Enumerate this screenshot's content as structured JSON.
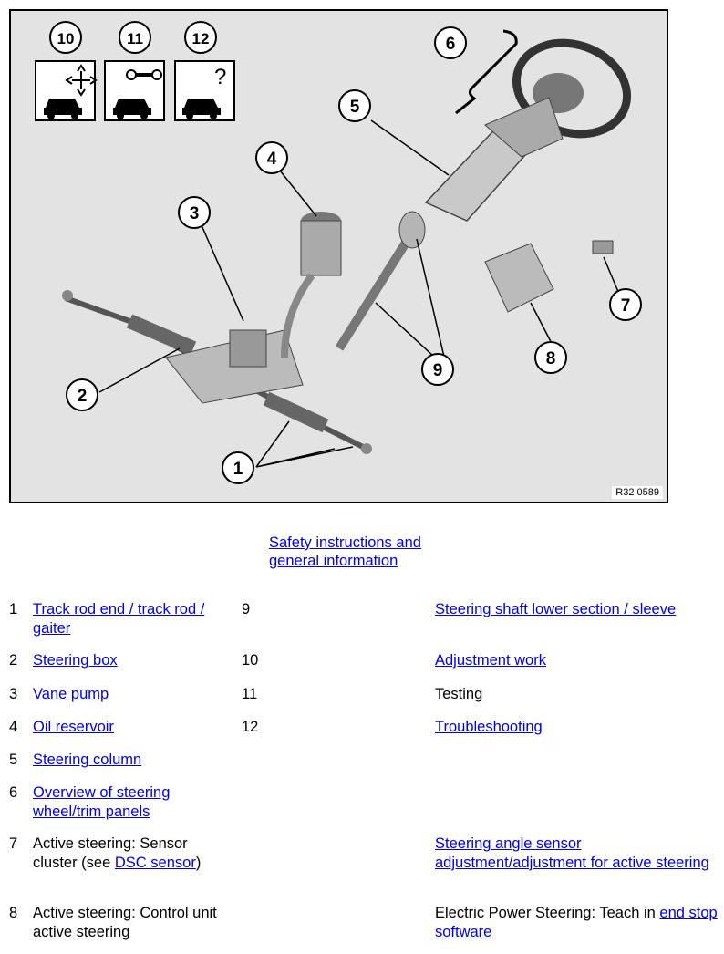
{
  "figure": {
    "reference": "R32 0589",
    "callouts": [
      "1",
      "2",
      "3",
      "4",
      "5",
      "6",
      "7",
      "8",
      "9",
      "10",
      "11",
      "12"
    ]
  },
  "safety_link": "Safety instructions and general information",
  "rows": [
    {
      "num": "1",
      "label": "Track rod end / track rod / gaiter",
      "num2": "9",
      "label2": "Steering shaft lower section / sleeve"
    },
    {
      "num": "2",
      "label": "Steering box",
      "num2": "10",
      "label2": "Adjustment work"
    },
    {
      "num": "3",
      "label": "Vane pump",
      "num2": "11",
      "label2": "Testing"
    },
    {
      "num": "4",
      "label": "Oil reservoir",
      "num2": "12",
      "label2": "Troubleshooting"
    },
    {
      "num": "5",
      "label": "Steering column"
    },
    {
      "num": "6",
      "label": "Overview of steering wheel/trim panels"
    },
    {
      "num": "7",
      "label_prefix": "Active steering: Sensor cluster (see ",
      "label_link": "DSC sensor",
      "label_suffix": ")",
      "label2": "Steering angle sensor adjustment/adjustment for active steering"
    },
    {
      "num": "8",
      "label": "Active steering: Control unit active steering",
      "label2_prefix": "Electric Power Steering: Teach in ",
      "label2_link": "end stop software"
    }
  ]
}
